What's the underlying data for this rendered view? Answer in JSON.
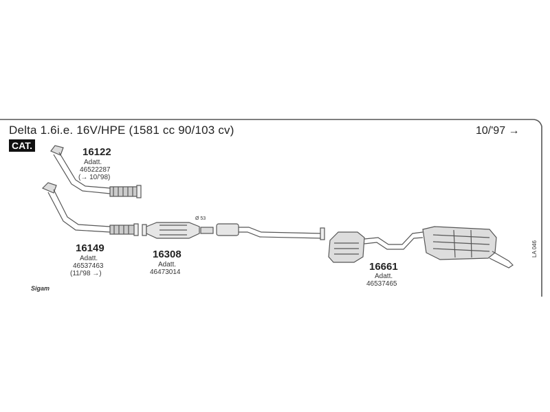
{
  "title": "Delta 1.6i.e. 16V/HPE (1581 cc 90/103 cv)",
  "date_range": "10/'97 →",
  "cat_badge": "CAT.",
  "parts": [
    {
      "number": "16122",
      "line1": "Adatt.",
      "line2": "46522287",
      "line3": "(→ 10/'98)"
    },
    {
      "number": "16149",
      "line1": "Adatt.",
      "line2": "46537463",
      "line3": "(11/'98 →)"
    },
    {
      "number": "16308",
      "line1": "Adatt.",
      "line2": "46473014"
    },
    {
      "number": "16661",
      "line1": "Adatt.",
      "line2": "46537465"
    }
  ],
  "diameter_label": "Ø 53",
  "ref_code": "LA 046",
  "brand": "Sigam",
  "colors": {
    "line": "#555555",
    "badge_bg": "#111111",
    "text": "#222222"
  }
}
